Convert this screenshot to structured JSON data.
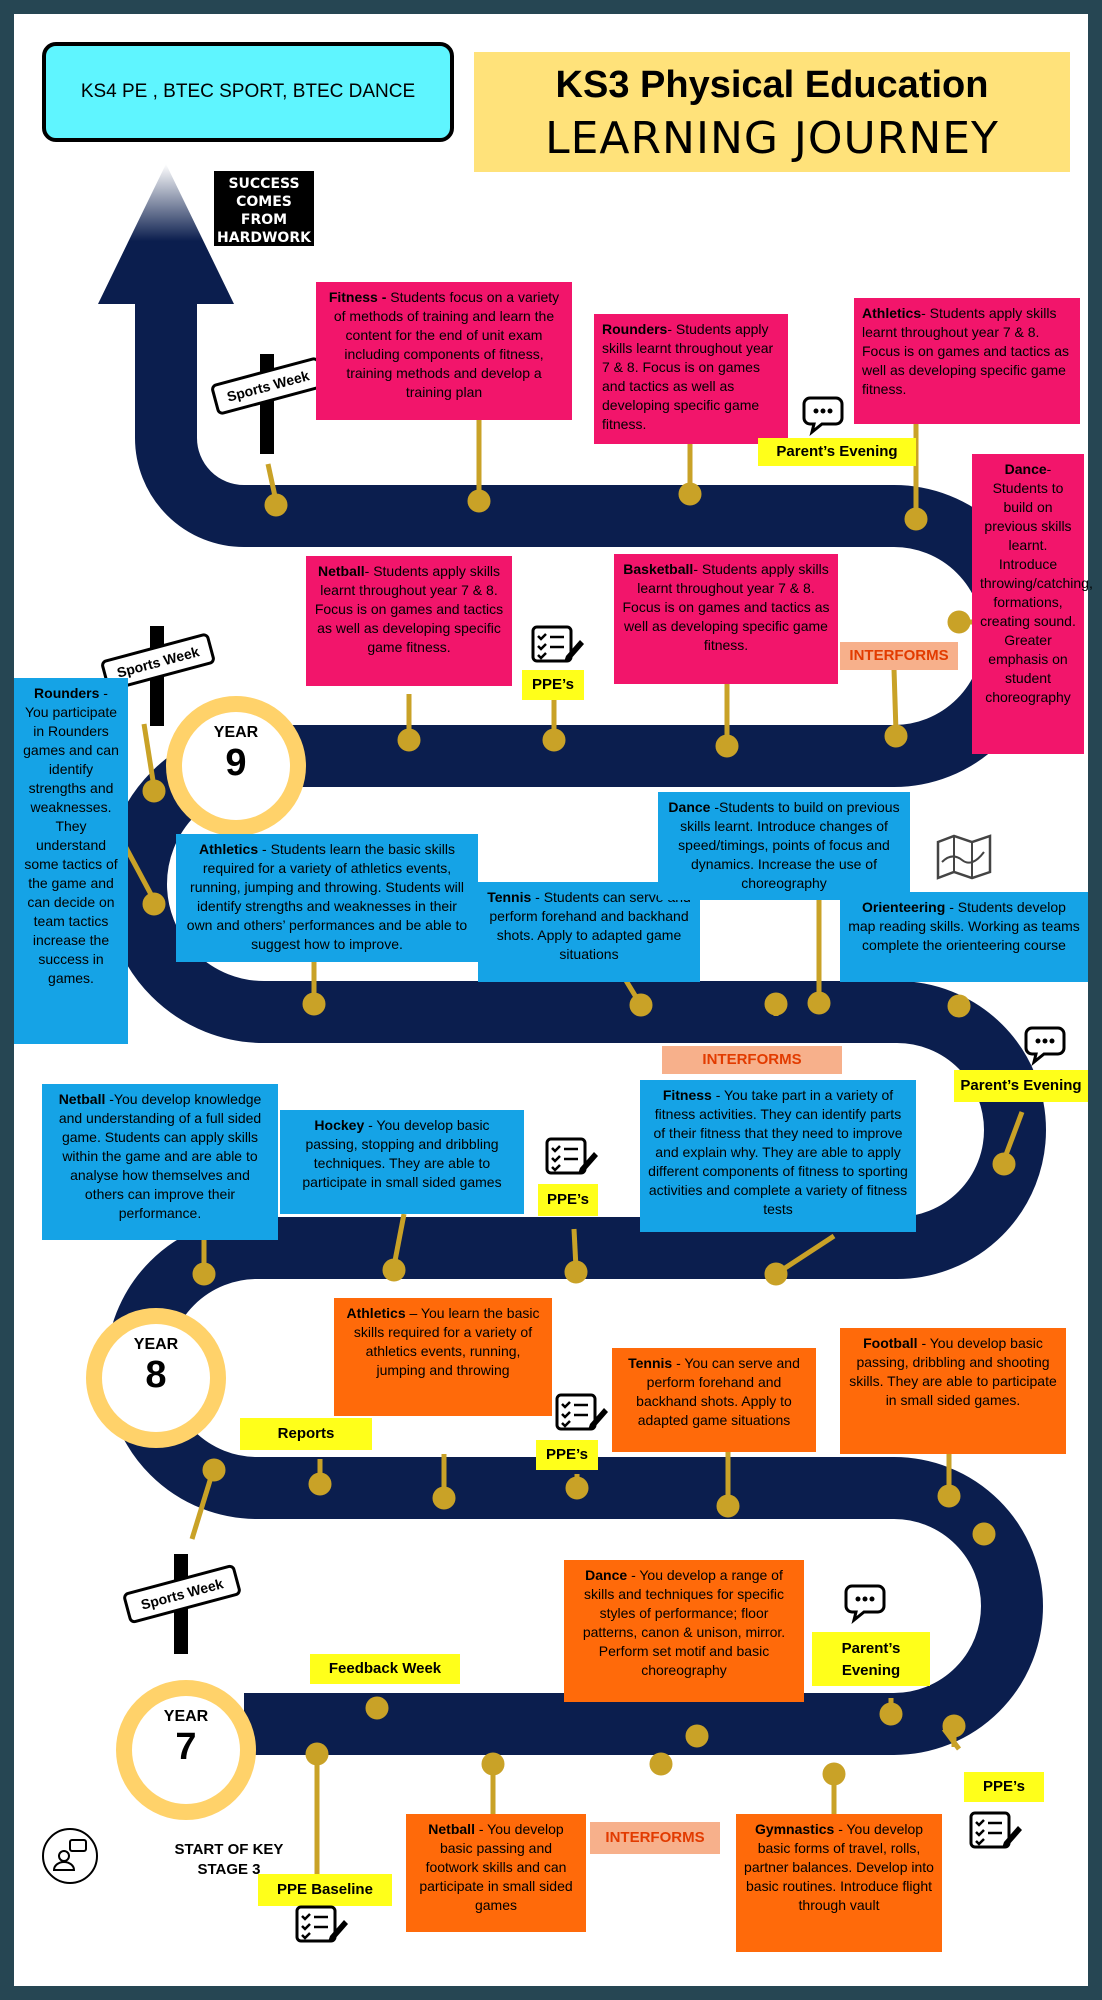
{
  "header": {
    "next_stage": "KS4 PE , BTEC SPORT, BTEC DANCE",
    "title_line1": "KS3 Physical Education",
    "title_line2": "LEARNING JOURNEY",
    "motto": "SUCCESS COMES FROM HARDWORK"
  },
  "signs": {
    "sports_week": "Sports Week"
  },
  "years": [
    {
      "label": "YEAR",
      "number": "9"
    },
    {
      "label": "YEAR",
      "number": "8"
    },
    {
      "label": "YEAR",
      "number": "7"
    }
  ],
  "start_text": "START OF KEY STAGE 3",
  "labels": {
    "parents_evening": "Parent’s Evening",
    "ppes": "PPE’s",
    "interforms": "INTERFORMS",
    "reports": "Reports",
    "feedback_week": "Feedback Week",
    "ppe_baseline": "PPE Baseline"
  },
  "year9": {
    "fitness": {
      "title": "Fitness - ",
      "text": "Students focus on a variety of methods of training and learn the content for the end of unit exam including components of fitness, training methods and develop a training plan"
    },
    "rounders": {
      "title": "Rounders",
      "text": "- Students apply skills learnt throughout year 7 & 8. Focus is on games and tactics as well as developing specific game fitness."
    },
    "athletics": {
      "title": "Athletics",
      "text": "- Students apply skills learnt throughout year 7 & 8. Focus is on games and tactics as well as developing specific game fitness."
    },
    "dance": {
      "title": "Dance",
      "text": "- Students to build on previous skills learnt. Introduce throwing/catching, formations, creating sound. Greater emphasis on student choreography"
    },
    "netball": {
      "title": "Netball",
      "text": "- Students apply skills learnt throughout year 7 & 8. Focus is on games and tactics as well as developing specific game fitness."
    },
    "basketball": {
      "title": "Basketball",
      "text": "- Students apply skills learnt throughout year 7 & 8. Focus is on games and tactics as well as developing specific game fitness."
    }
  },
  "year8": {
    "rounders": {
      "title": "Rounders",
      "text": "- You participate in Rounders games and can identify strengths and weaknesses. They understand some tactics of the game and can decide on team tactics increase the success in games."
    },
    "athletics": {
      "title": "Athletics",
      "text": "- Students learn the basic skills required for a variety of athletics events, running, jumping and throwing. Students will identify strengths and weaknesses in their own and others’ performances and be able to suggest how to improve."
    },
    "tennis": {
      "title": "Tennis",
      "text": "- Students can serve and perform forehand and backhand shots. Apply to adapted game situations"
    },
    "dance": {
      "title": "Dance",
      "text": "-Students to build on previous skills learnt. Introduce changes of speed/timings, points of focus and dynamics. Increase the use of choreography"
    },
    "orienteering": {
      "title": "Orienteering",
      "text": "- Students develop map reading skills. Working as teams complete the orienteering course"
    },
    "netball": {
      "title": "Netball",
      "text": "-You develop knowledge and understanding of a full sided game. Students can apply skills within the game and are able to analyse how themselves and others can improve their performance."
    },
    "hockey": {
      "title": "Hockey",
      "text": "- You develop basic passing, stopping and dribbling techniques. They are able to participate in small sided games"
    },
    "fitness": {
      "title": "Fitness",
      "text": "- You take part in a variety of fitness activities. They can identify parts of their fitness that they need to improve and explain why. They are able to apply different components of fitness to sporting activities and complete a variety of fitness tests"
    }
  },
  "year7": {
    "athletics": {
      "title": "Athletics",
      "text": "– You learn the basic skills required for a variety of athletics events, running, jumping and throwing"
    },
    "tennis": {
      "title": "Tennis",
      "text": "- You can serve and perform forehand and backhand shots. Apply to adapted game situations"
    },
    "football": {
      "title": "Football",
      "text": "- You develop basic passing, dribbling and shooting skills. They are able to participate in small sided games."
    },
    "dance": {
      "title": "Dance",
      "text": "- You develop a range of skills and techniques for specific styles of performance; floor patterns, canon & unison, mirror. Perform set motif and basic choreography"
    },
    "netball": {
      "title": "Netball",
      "text": "- You develop basic passing and footwork skills and can participate in small sided games"
    },
    "gymnastics": {
      "title": "Gymnastics",
      "text": "- You develop basic forms of travel, rolls, partner balances. Develop into basic routines. Introduce flight through vault"
    }
  },
  "colors": {
    "road": "#0b1e4e",
    "pink": "#f2156b",
    "blue": "#15a3e6",
    "orange": "#ff6a0a",
    "yellow": "#ffff1a",
    "circle": "#ffd26a",
    "pin": "#c9a227"
  },
  "icons": [
    "speech-bubble-icon",
    "checklist-pen-icon",
    "map-icon",
    "person-chat-icon",
    "arrow-up-icon"
  ]
}
